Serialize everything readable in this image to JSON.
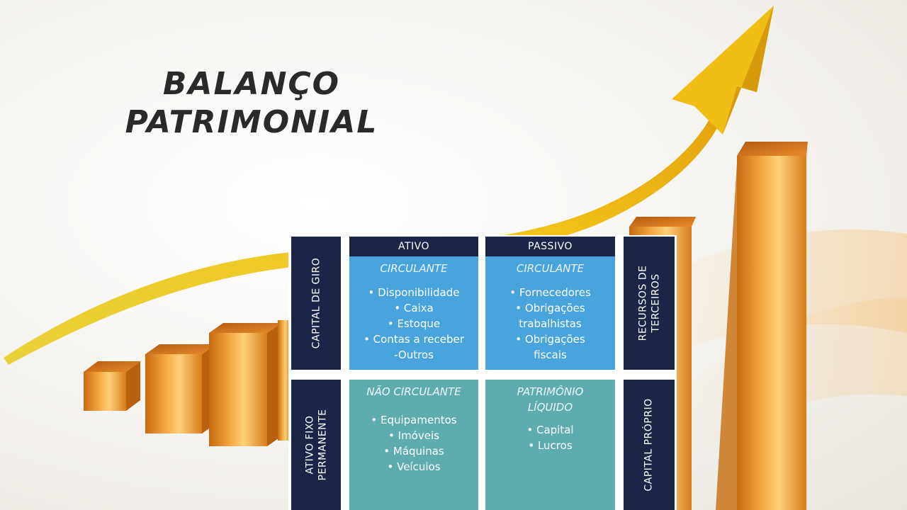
{
  "title": {
    "line1": "BALANÇO",
    "line2": "PATRIMONIAL"
  },
  "diagram": {
    "headers": {
      "ativo": "ATIVO",
      "passivo": "PASSIVO"
    },
    "left_labels": {
      "top": "CAPITAL DE GIRO",
      "bottom_line1": "ATIVO FIXO",
      "bottom_line2": "PERMANENTE"
    },
    "right_labels": {
      "top_line1": "RECURSOS DE",
      "top_line2": "TERCEIROS",
      "bottom": "CAPITAL PRÓPRIO"
    },
    "quadrants": {
      "ativo_circulante": {
        "title": "CIRCULANTE",
        "items": [
          "• Disponibilidade",
          "• Caixa",
          "• Estoque",
          "• Contas a receber",
          "-Outros"
        ]
      },
      "passivo_circulante": {
        "title": "CIRCULANTE",
        "items": [
          "• Fornecedores",
          "• Obrigações",
          "trabalhistas",
          "• Obrigações",
          "fiscais"
        ]
      },
      "ativo_nao_circulante": {
        "title": "NÃO CIRCULANTE",
        "items": [
          "• Equipamentos",
          "• Imóveis",
          "• Máquinas",
          "• Veículos"
        ]
      },
      "patrimonio_liquido": {
        "title_line1": "PATRIMÔNIO",
        "title_line2": "LÍQUIDO",
        "items": [
          "• Capital",
          "• Lucros"
        ]
      }
    },
    "colors": {
      "navy": "#1c2547",
      "blue": "#49a3dd",
      "teal": "#5eadae"
    }
  },
  "illustration": {
    "subject": "rising orange bar blocks with yellow arrow",
    "colors": {
      "bars": "#e8922a",
      "arrow": "#f2c21a"
    }
  }
}
